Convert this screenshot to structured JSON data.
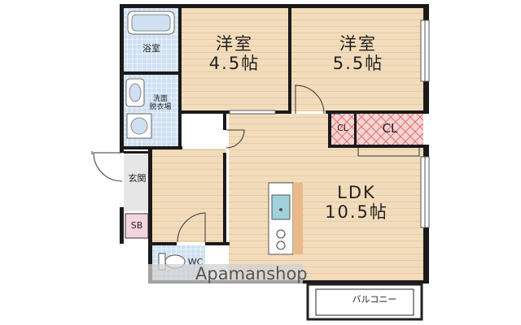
{
  "rooms": {
    "western1": {
      "name": "洋室",
      "size": "4.5帖"
    },
    "western2": {
      "name": "洋室",
      "size": "5.5帖"
    },
    "bath": "浴室",
    "washroom": [
      "洗面",
      "脱衣場"
    ],
    "ldk": {
      "name": "LDK",
      "size": "10.5帖"
    },
    "closet_small": "CL",
    "closet_large": "CL",
    "entrance": "玄関",
    "shoe_box": "SB",
    "wc": "WC",
    "balcony": "バルコニー"
  },
  "watermark": "Apamanshop",
  "colors": {
    "wall": "#1a1a1a",
    "floor_wood": "#f2dcbc",
    "floor_wood_line": "#ddb98c",
    "tile": "#cfe0f2",
    "tile_line": "#ffffff",
    "closet": "#f7d4d4",
    "closet_hatch": "#e07070",
    "counter": "#e9b98a",
    "sink": "#9fd2dc",
    "shoe_box": "#f4d4df"
  }
}
